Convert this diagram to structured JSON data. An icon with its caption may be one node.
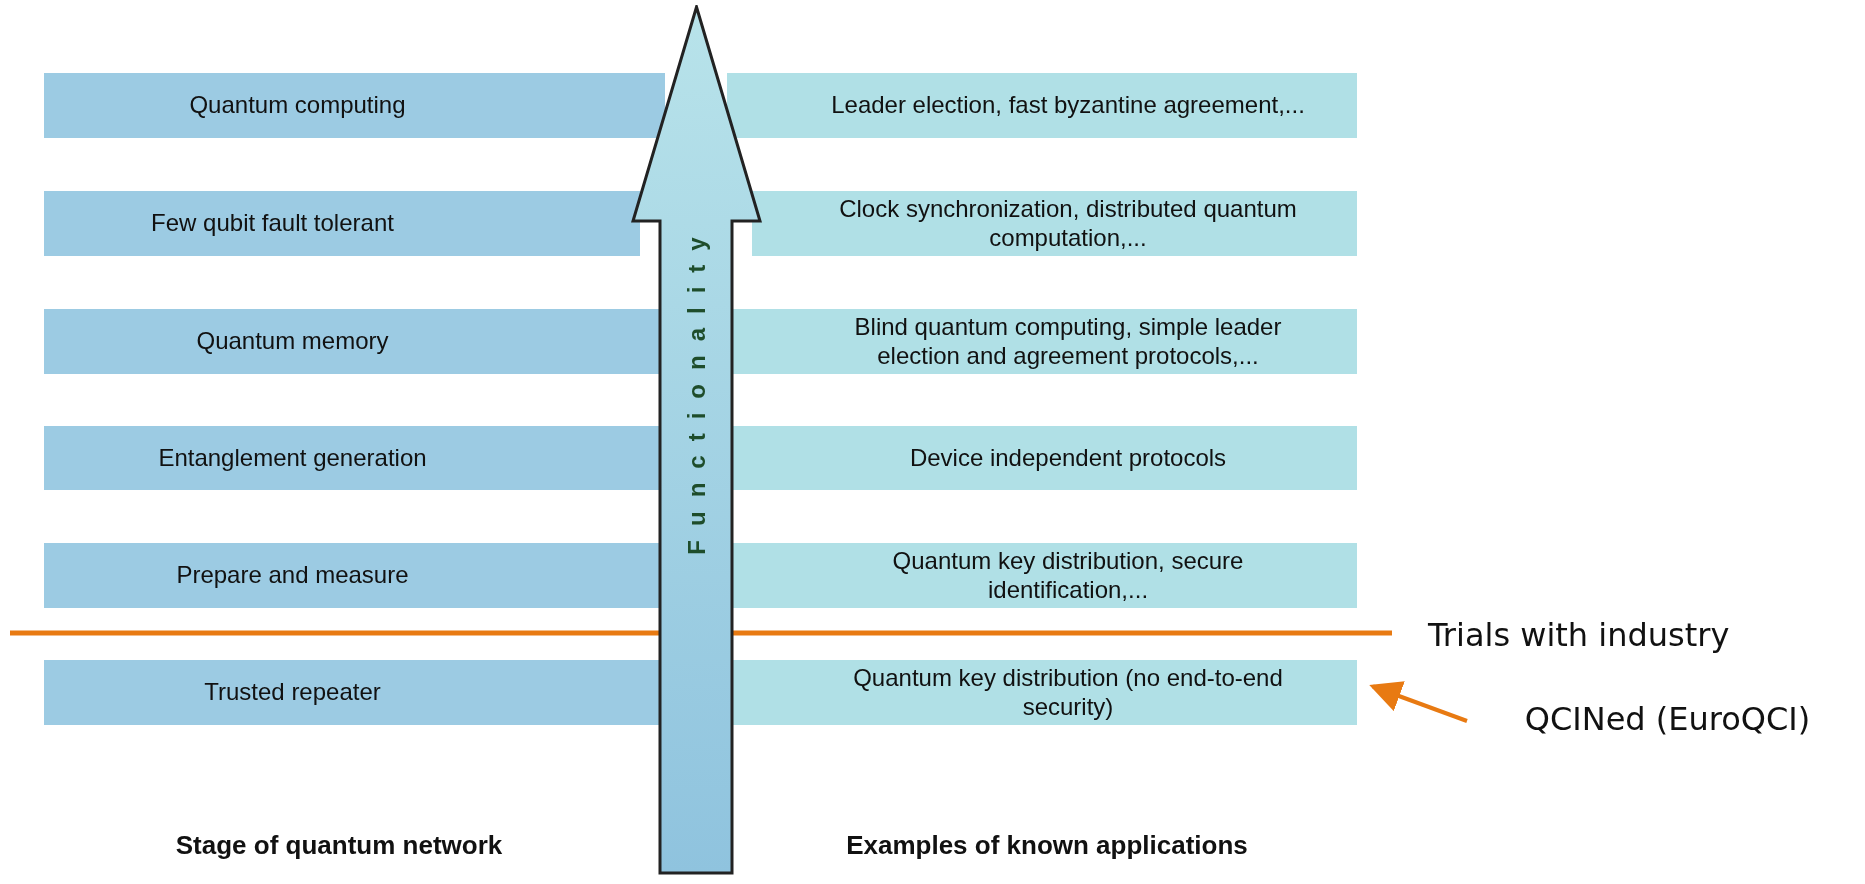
{
  "diagram": {
    "nodes": [
      {
        "text": [
          "Quantum computing"
        ]
      },
      {
        "text": [
          "Leader election, fast byzantine agreement,..."
        ]
      },
      {
        "text": [
          "Few qubit fault tolerant"
        ]
      },
      {
        "text": [
          "Clock synchronization, distributed quantum computation,..."
        ]
      },
      {
        "text": [
          "Quantum memory"
        ]
      },
      {
        "text": [
          "Blind quantum computing, simple leader election and agreement protocols,..."
        ]
      },
      {
        "text": [
          "Entanglement generation"
        ]
      },
      {
        "text": [
          "Device independent protocols"
        ]
      },
      {
        "text": [
          "Prepare and measure"
        ]
      },
      {
        "text": [
          "Quantum key distribution, secure identification,..."
        ]
      },
      {
        "text": [
          "Trusted repeater"
        ]
      },
      {
        "text": [
          "Quantum key distribution (no end-to-end security)"
        ]
      },
      {
        "text": [
          "QCINed (EuroQCI)"
        ]
      },
      {
        "text": [
          "Functionality"
        ]
      }
    ],
    "edges": [
      {
        "from": 12,
        "to": 11,
        "arrow": "to"
      }
    ],
    "labels": [
      "Trials with industry",
      "Stage of quantum network",
      "Examples of known applications"
    ]
  }
}
